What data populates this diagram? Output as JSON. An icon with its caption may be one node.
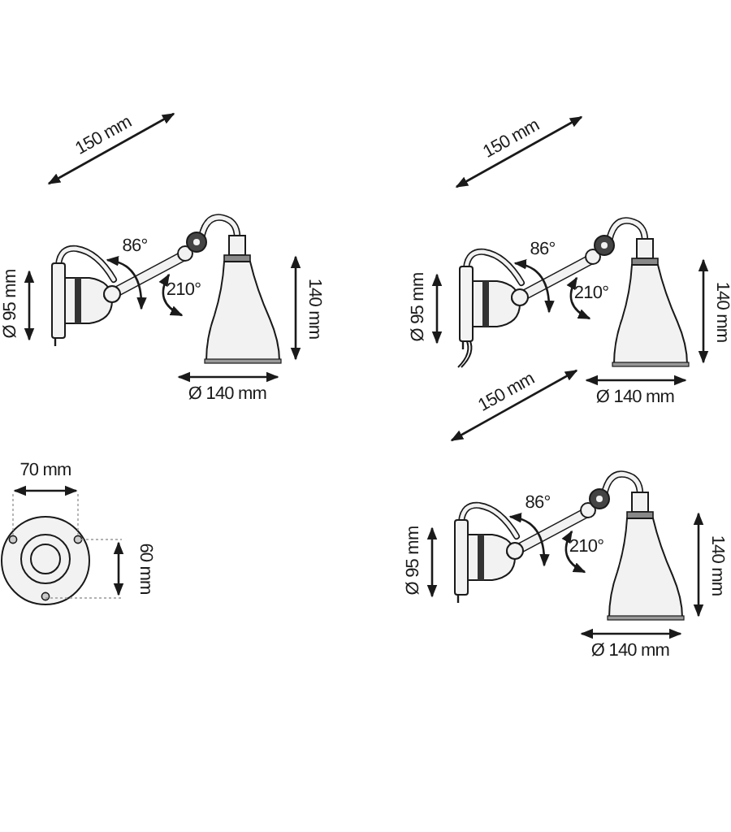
{
  "diagram": {
    "labels": [
      "150 mm",
      "86°",
      "Ø 95 mm",
      "210°",
      "140 mm",
      "Ø 140 mm",
      "150 mm",
      "86°",
      "Ø 95 mm",
      "210°",
      "140 mm",
      "Ø 140 mm",
      "70 mm",
      "60 mm",
      "150 mm",
      "86°",
      "Ø 95 mm",
      "210°",
      "140 mm",
      "Ø 140 mm"
    ]
  }
}
